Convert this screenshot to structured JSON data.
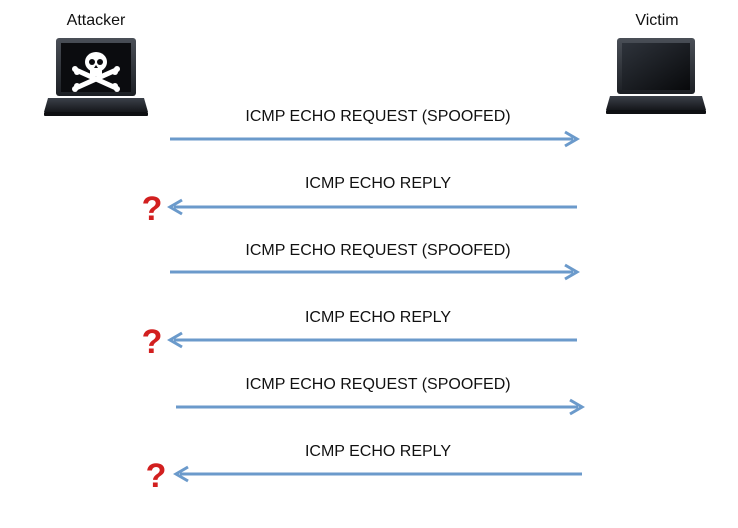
{
  "hosts": {
    "attacker": {
      "label": "Attacker",
      "icon": "laptop-skull-icon"
    },
    "victim": {
      "label": "Victim",
      "icon": "laptop-icon"
    }
  },
  "messages": [
    {
      "label": "ICMP ECHO REQUEST (SPOOFED)",
      "direction": "right",
      "unanswered": false
    },
    {
      "label": "ICMP ECHO REPLY",
      "direction": "left",
      "unanswered": true
    },
    {
      "label": "ICMP ECHO REQUEST (SPOOFED)",
      "direction": "right",
      "unanswered": false
    },
    {
      "label": "ICMP ECHO REPLY",
      "direction": "left",
      "unanswered": true
    },
    {
      "label": "ICMP ECHO REQUEST (SPOOFED)",
      "direction": "right",
      "unanswered": false
    },
    {
      "label": "ICMP ECHO REPLY",
      "direction": "left",
      "unanswered": true
    }
  ],
  "unanswered_mark": "?",
  "colors": {
    "arrow": "#6b9acb",
    "question_mark": "#d21f1f",
    "laptop_body": "#2b2f36",
    "laptop_screen": "#0d0f12"
  }
}
